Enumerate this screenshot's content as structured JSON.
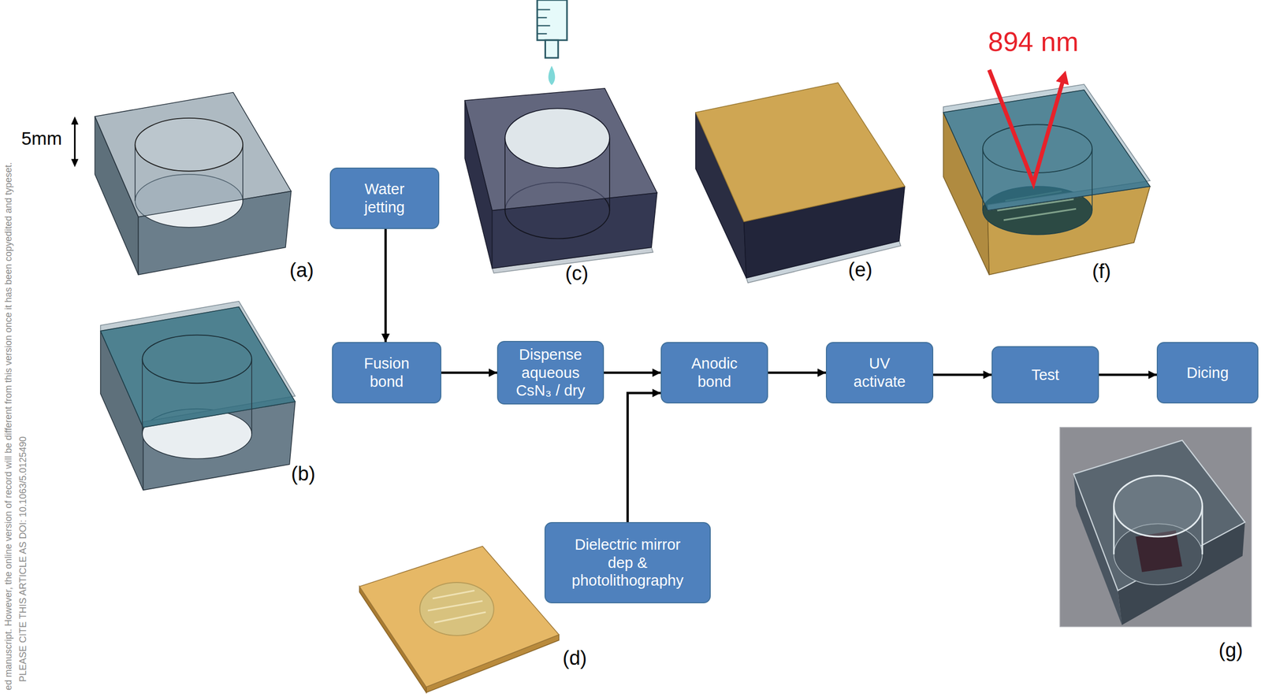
{
  "diagram": {
    "nodes": [
      {
        "text": [
          "Water jetting"
        ]
      },
      {
        "text": [
          "Fusion bond"
        ]
      },
      {
        "text": [
          "Dispense aqueous CsN₃ / dry"
        ]
      },
      {
        "text": [
          "Anodic bond"
        ]
      },
      {
        "text": [
          "UV activate"
        ]
      },
      {
        "text": [
          "Test"
        ]
      },
      {
        "text": [
          "Dicing"
        ]
      },
      {
        "text": [
          "Dielectric mirror dep & photolithography"
        ]
      }
    ],
    "edges": [
      {
        "from": 0,
        "to": 1,
        "arrow": "to"
      },
      {
        "from": 1,
        "to": 2,
        "arrow": "to"
      },
      {
        "from": 2,
        "to": 3,
        "arrow": "to"
      },
      {
        "from": 3,
        "to": 4,
        "arrow": "to"
      },
      {
        "from": 4,
        "to": 5,
        "arrow": "to"
      },
      {
        "from": 5,
        "to": 6,
        "arrow": "to"
      },
      {
        "from": 7,
        "to": 3,
        "arrow": "to"
      }
    ],
    "labels": [
      "5mm",
      "(a)",
      "(b)",
      "(c)",
      "(d)",
      "(e)",
      "(f)",
      "894 nm",
      "(g)",
      "ed manuscript. However, the online version of record will be different from this version once it has been copyedited and typeset.",
      "PLEASE CITE THIS ARTICLE AS DOI: 10.1063/5.0125490"
    ]
  }
}
